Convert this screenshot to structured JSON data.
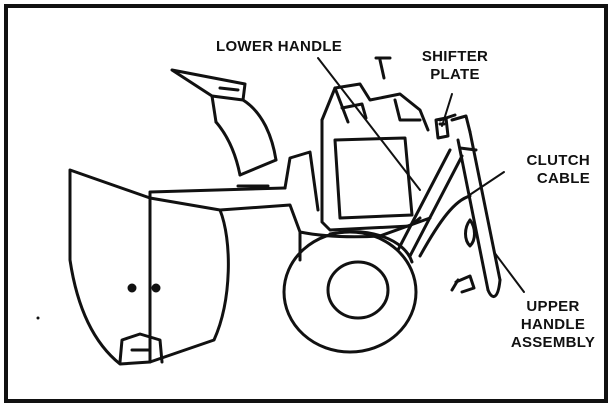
{
  "labels": {
    "lower_handle": "LOWER HANDLE",
    "shifter_plate": [
      "SHIFTER",
      "PLATE"
    ],
    "clutch_cable": [
      "CLUTCH",
      "CABLE"
    ],
    "upper_handle_assembly": [
      "UPPER",
      "HANDLE",
      "ASSEMBLY"
    ]
  },
  "colors": {
    "ink": "#111111",
    "paper": "#ffffff"
  }
}
